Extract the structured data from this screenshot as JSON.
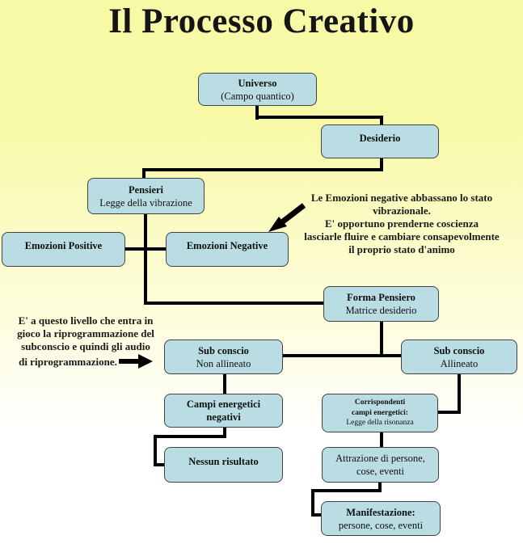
{
  "title": "Il Processo Creativo",
  "nodes": {
    "universo": {
      "bold": "Universo",
      "normal": "(Campo quantico)"
    },
    "desiderio": {
      "bold": "Desiderio"
    },
    "pensieri": {
      "bold": "Pensieri",
      "normal": "Legge della vibrazione"
    },
    "emozioni_positive": {
      "bold": "Emozioni Positive"
    },
    "emozioni_negative": {
      "bold": "Emozioni Negative"
    },
    "forma_pensiero": {
      "bold": "Forma Pensiero",
      "normal": "Matrice desiderio"
    },
    "subconscio_non_allineato": {
      "bold": "Sub conscio",
      "normal": "Non allineato"
    },
    "subconscio_allineato": {
      "bold": "Sub conscio",
      "normal": "Allineato"
    },
    "campi_energetici_negativi": {
      "bold": "Campi energetici",
      "bold2": "negativi"
    },
    "corrispondenti_campi_energetici": {
      "bold": "Corrispondenti",
      "bold2": "campi energetici:",
      "normal": "Legge della risonanza"
    },
    "nessun_risultato": {
      "bold": "Nessun risultato"
    },
    "attrazione": {
      "normal": "Attrazione di persone,",
      "normal2": "cose, eventi"
    },
    "manifestazione": {
      "bold": "Manifestazione:",
      "normal": "persone, cose, eventi"
    }
  },
  "annotations": {
    "emozioni_note": {
      "lines": [
        "Le Emozioni negative abbassano lo stato",
        "vibrazionale.",
        "E' opportuno prenderne coscienza",
        "lasciarle fluire e cambiare consapevolmente",
        "il proprio stato d'animo"
      ]
    },
    "riprogrammazione_note": {
      "lines": [
        "E' a questo livello che entra in",
        "gioco la riprogrammazione del",
        "subconscio e quindi gli audio",
        "di riprogrammazione."
      ]
    }
  },
  "colors": {
    "background_top": "#f8f9a6",
    "background_bottom": "#ffffff",
    "box_fill": "#b9dde3",
    "box_border": "#424242",
    "connector": "#000000",
    "text": "#141414"
  }
}
